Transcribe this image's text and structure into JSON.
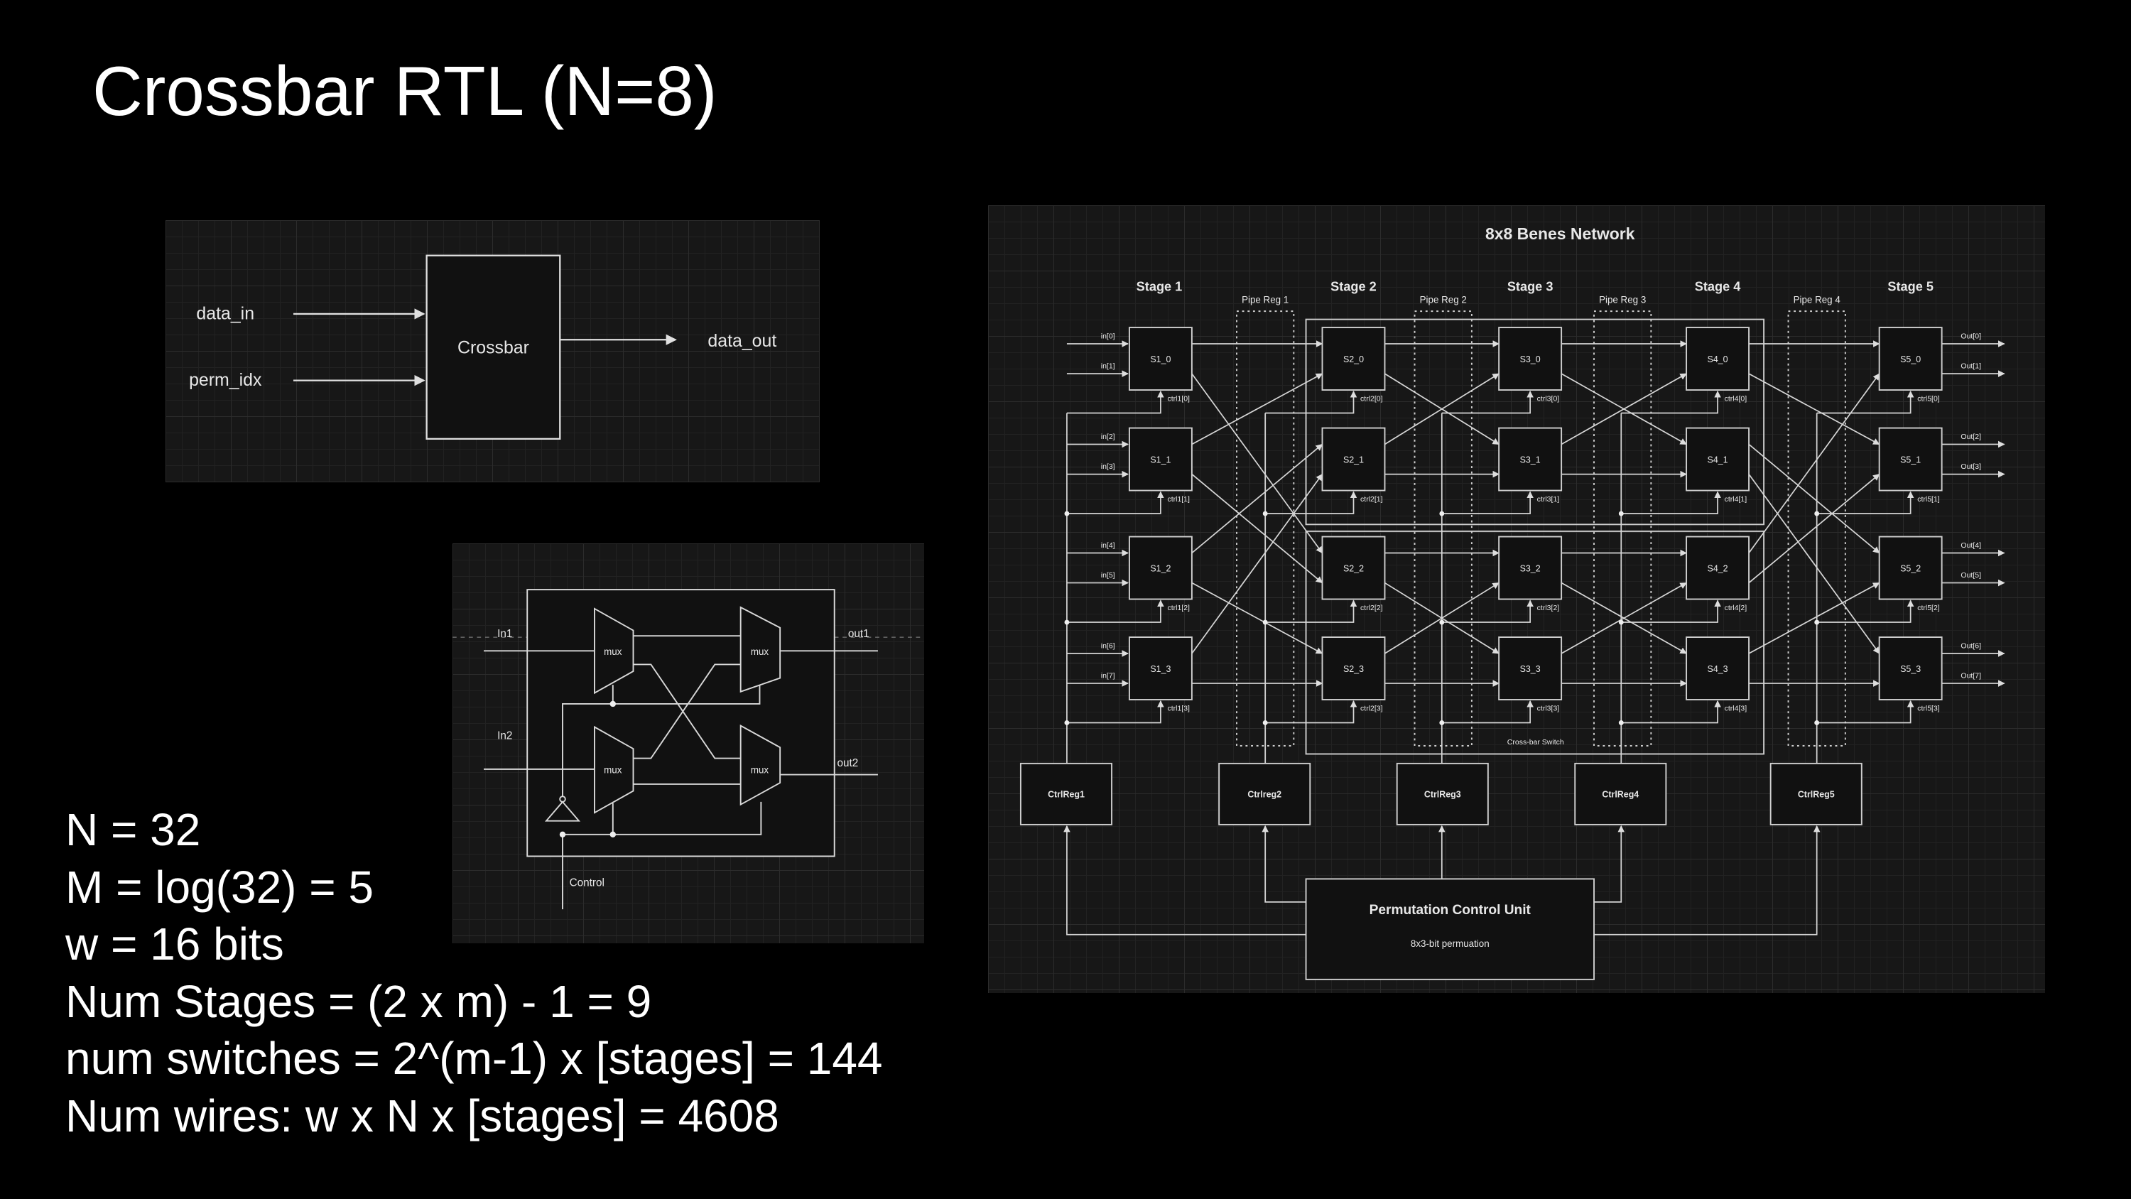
{
  "slide": {
    "title": "Crossbar RTL (N=8)"
  },
  "crossbar_block": {
    "block_label": "Crossbar",
    "inputs": [
      "data_in",
      "perm_idx"
    ],
    "output": "data_out"
  },
  "switch_cell": {
    "inputs": [
      "In1",
      "In2"
    ],
    "outputs": [
      "out1",
      "out2"
    ],
    "mux_label": "mux",
    "control_label": "Control"
  },
  "params": [
    "N = 32",
    "M = log(32) = 5",
    "w = 16 bits",
    "Num Stages = (2 x m) - 1 = 9",
    "num switches = 2^(m-1) x [stages] = 144",
    "Num wires: w x N x [stages] = 4608"
  ],
  "benes": {
    "title": "8x8 Benes Network",
    "stages": [
      "Stage 1",
      "Stage 2",
      "Stage 3",
      "Stage 4",
      "Stage 5"
    ],
    "pipe_regs": [
      "Pipe Reg 1",
      "Pipe Reg 2",
      "Pipe Reg 3",
      "Pipe Reg 4"
    ],
    "switches": [
      [
        "S1_0",
        "S1_1",
        "S1_2",
        "S1_3"
      ],
      [
        "S2_0",
        "S2_1",
        "S2_2",
        "S2_3"
      ],
      [
        "S3_0",
        "S3_1",
        "S3_2",
        "S3_3"
      ],
      [
        "S4_0",
        "S4_1",
        "S4_2",
        "S4_3"
      ],
      [
        "S5_0",
        "S5_1",
        "S5_2",
        "S5_3"
      ]
    ],
    "ctrl_signals": [
      [
        "ctrl1[0]",
        "ctrl1[1]",
        "ctrl1[2]",
        "ctrl1[3]"
      ],
      [
        "ctrl2[0]",
        "ctrl2[1]",
        "ctrl2[2]",
        "ctrl2[3]"
      ],
      [
        "ctrl3[0]",
        "ctrl3[1]",
        "ctrl3[2]",
        "ctrl3[3]"
      ],
      [
        "ctrl4[0]",
        "ctrl4[1]",
        "ctrl4[2]",
        "ctrl4[3]"
      ],
      [
        "ctrl5[0]",
        "ctrl5[1]",
        "ctrl5[2]",
        "ctrl5[3]"
      ]
    ],
    "inputs": [
      "in[0]",
      "in[1]",
      "in[2]",
      "in[3]",
      "in[4]",
      "in[5]",
      "in[6]",
      "in[7]"
    ],
    "outputs": [
      "Out[0]",
      "Out[1]",
      "Out[2]",
      "Out[3]",
      "Out[4]",
      "Out[5]",
      "Out[6]",
      "Out[7]"
    ],
    "crossbar_label": "Cross-bar Switch",
    "ctrl_regs": [
      "CtrlReg1",
      "Ctrlreg2",
      "CtrlReg3",
      "CtrlReg4",
      "CtrlReg5"
    ],
    "pcu": {
      "title": "Permutation Control Unit",
      "subtitle": "8x3-bit permuation"
    }
  }
}
